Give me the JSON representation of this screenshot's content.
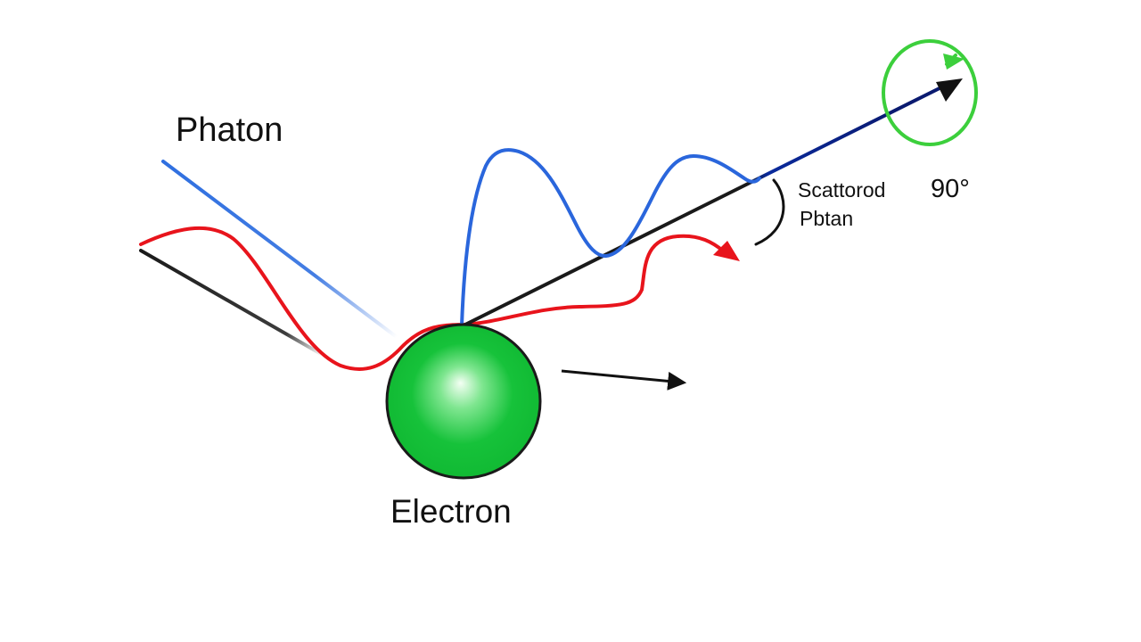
{
  "labels": {
    "photon": "Phaton",
    "scattered_line1": "Scattorod",
    "scattered_line2": "Pbtan",
    "angle": "90°",
    "electron": "Electron"
  },
  "colors": {
    "incident_wave": "#e8141c",
    "photon_beam": "#2f6fe0",
    "scattered_wave": "#2a66dc",
    "axis_line": "#1a1a1a",
    "electron": "#16c23a",
    "electron_highlight": "#f4fff4",
    "electron_outline": "#1a1a1a",
    "polarization_ring": "#3ccf3c",
    "recoil_arrow": "#111111"
  }
}
